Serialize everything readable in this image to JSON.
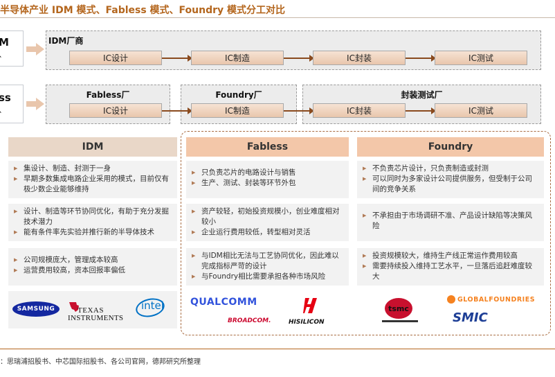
{
  "title": "半导体产业 IDM 模式、Fabless 模式、Foundry 模式分工对比",
  "rows": {
    "idm": {
      "model_label_chars": [
        "M",
        "、"
      ],
      "panel_label": "IDM厂商",
      "steps": [
        "IC设计",
        "IC制造",
        "IC封装",
        "IC测试"
      ]
    },
    "fabless": {
      "model_label_chars": [
        "ss",
        "、"
      ],
      "panels": [
        "Fabless厂",
        "Foundry厂",
        "封装测试厂"
      ],
      "steps": [
        "IC设计",
        "IC制造",
        "IC封装",
        "IC测试"
      ]
    }
  },
  "columns": [
    {
      "name": "IDM",
      "cards": [
        [
          "集设计、制造、封测于一身",
          "早期多数集成电路企业采用的模式，目前仅有极少数企业能够维持"
        ],
        [
          "设计、制造等环节协同优化，有助于充分发掘技术潜力",
          "能有条件率先实验并推行新的半导体技术"
        ],
        [
          "公司规模庞大，管理成本较高",
          "运营费用较高，资本回报率偏低"
        ]
      ],
      "logos": [
        "SAMSUNG",
        "TEXAS",
        "INSTRUMENTS",
        "intel"
      ]
    },
    {
      "name": "Fabless",
      "cards": [
        [
          "只负责芯片的电路设计与销售",
          "生产、测试、封装等环节外包"
        ],
        [
          "资产较轻，初始投资规模小，创业难度相对较小",
          "企业运行费用较低，转型相对灵活"
        ],
        [
          "与IDM相比无法与工艺协同优化，因此难以完成指标严苛的设计",
          "与Foundry相比需要承担各种市场风险"
        ]
      ],
      "logos": [
        "QUALCOMM",
        "BROADCOM.",
        "HISILICON"
      ]
    },
    {
      "name": "Foundry",
      "cards": [
        [
          "不负责芯片设计，只负责制造或封测",
          "可以同时为多家设计公司提供服务，但受制于公司间的竞争关系"
        ],
        [
          "不承担由于市场调研不准、产品设计缺陷等决策风险"
        ],
        [
          "投资规模较大，维持生产线正常运作费用较高",
          "需要持续投入维持工艺水平，一旦落后追赶难度较大"
        ]
      ],
      "logos": [
        "tsmc",
        "GLOBALFOUNDRIES",
        "SMIC"
      ]
    }
  ],
  "source": "：思瑞浦招股书、中芯国际招股书、各公司官网，德邦研究所整理",
  "colors": {
    "accent": "#b4661d",
    "idm_head": "#e9d7c8",
    "fab_head": "#f3c7a9",
    "arrow": "#8a4a1e"
  }
}
